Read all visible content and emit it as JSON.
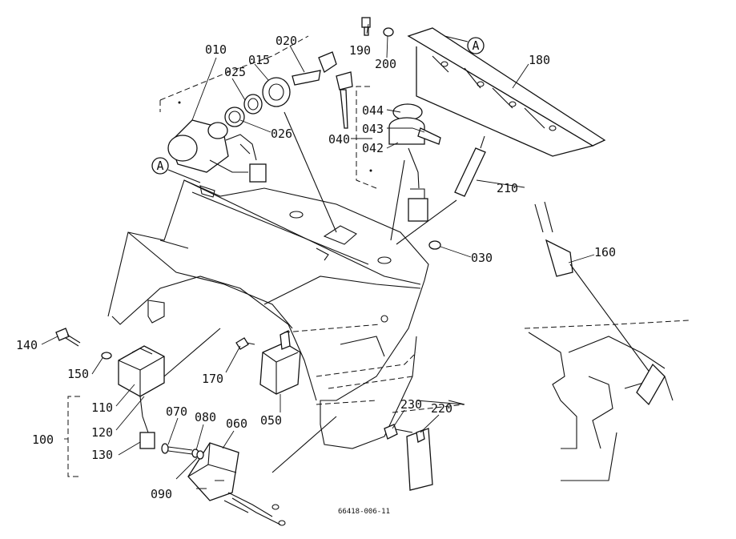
{
  "diagram": {
    "drawing_code": "66418-006-11",
    "reference_mark": "A",
    "labels": {
      "p010": "010",
      "p015": "015",
      "p020": "020",
      "p025": "025",
      "p026": "026",
      "p030": "030",
      "p040": "040",
      "p042": "042",
      "p043": "043",
      "p044": "044",
      "p050": "050",
      "p060": "060",
      "p070": "070",
      "p080": "080",
      "p090": "090",
      "p100": "100",
      "p110": "110",
      "p120": "120",
      "p130": "130",
      "p140": "140",
      "p150": "150",
      "p160": "160",
      "p170": "170",
      "p180": "180",
      "p190": "190",
      "p200": "200",
      "p210": "210",
      "p220": "220",
      "p230": "230"
    }
  }
}
